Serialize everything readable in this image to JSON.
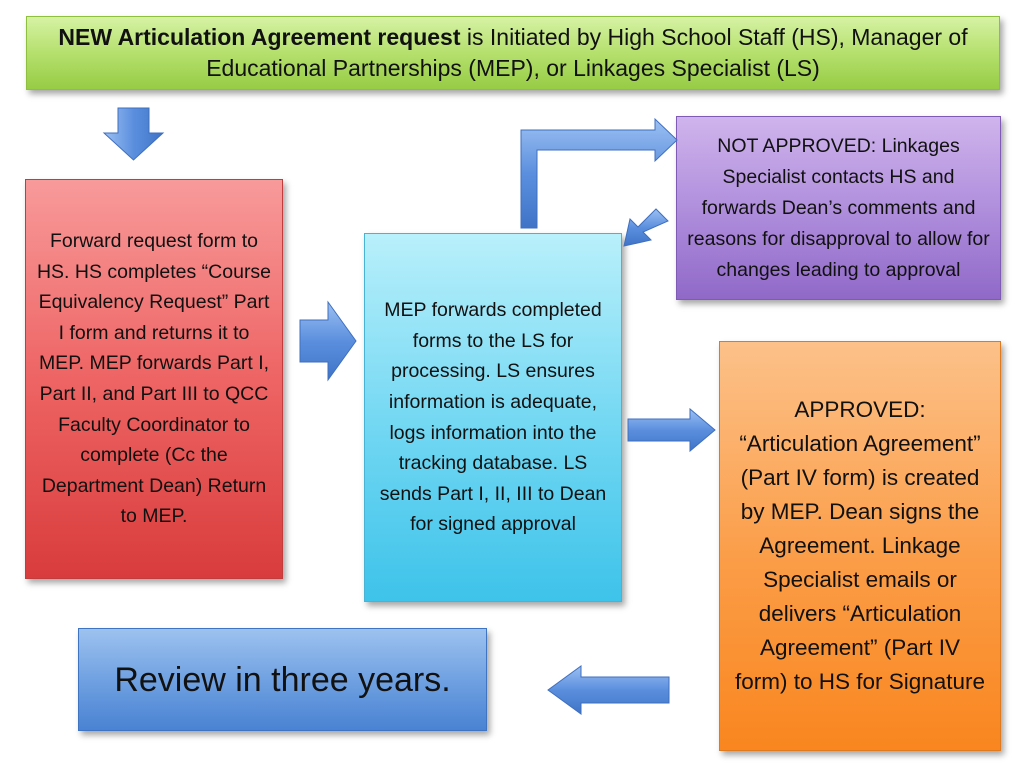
{
  "header": {
    "title_bold": "NEW Articulation Agreement request",
    "title_rest": " is Initiated by High School Staff (HS), Manager of Educational Partnerships (MEP), or Linkages Specialist (LS)"
  },
  "steps": {
    "forward_request": "Forward request form to HS. HS completes “Course Equivalency Request” Part I form and returns it to  MEP. MEP forwards Part I, Part II, and Part III to QCC Faculty Coordinator to complete (Cc the Department Dean) Return to MEP.",
    "mep_forwards": "MEP forwards completed forms to the LS for processing. LS ensures information is adequate, logs information into the tracking database. LS sends Part I, II, III to Dean for signed approval",
    "not_approved": "NOT APPROVED: Linkages Specialist contacts HS and forwards Dean’s comments and reasons for disapproval to allow for changes leading to approval",
    "approved": "APPROVED: “Articulation Agreement” (Part IV form) is created by MEP. Dean signs the Agreement. Linkage Specialist emails or delivers “Articulation Agreement” (Part IV form) to HS for Signature",
    "review": "Review in three years."
  },
  "colors": {
    "arrow_fill": "#5b8fde",
    "arrow_stroke": "#3f6fbf"
  }
}
